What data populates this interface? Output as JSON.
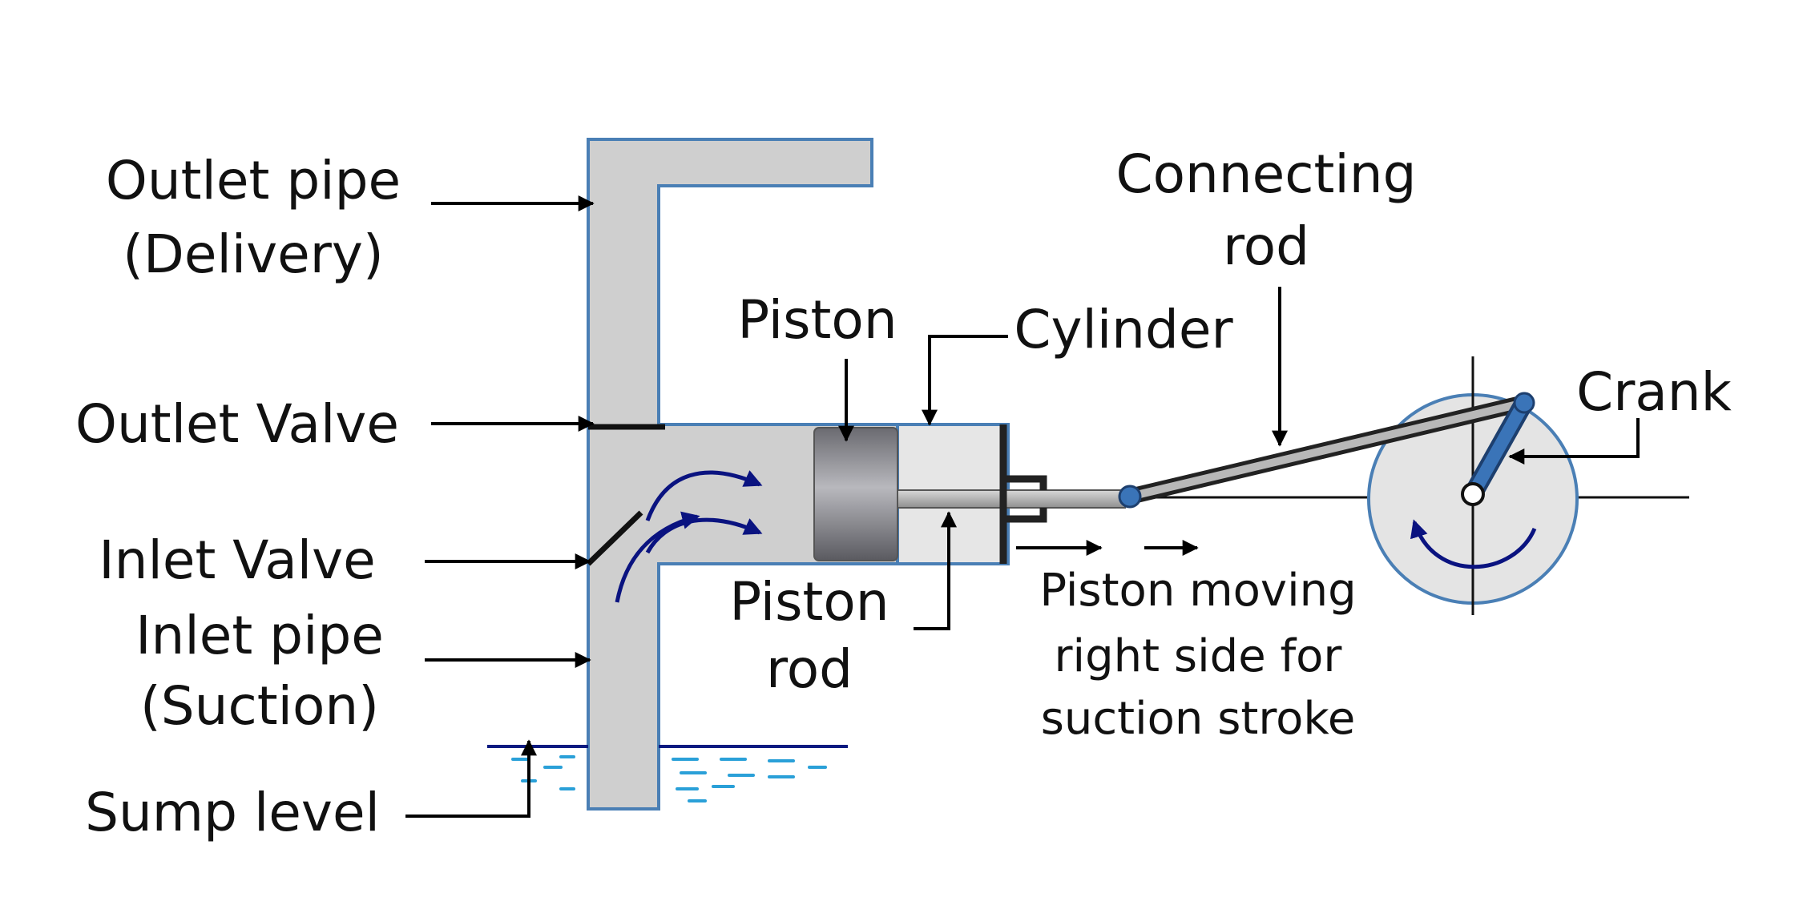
{
  "labels": {
    "outlet_pipe_1": "Outlet pipe",
    "outlet_pipe_2": "(Delivery)",
    "outlet_valve": "Outlet Valve",
    "inlet_valve": "Inlet Valve",
    "inlet_pipe_1": "Inlet pipe",
    "inlet_pipe_2": "(Suction)",
    "sump_level": "Sump level",
    "piston": "Piston",
    "cylinder": "Cylinder",
    "piston_rod_1": "Piston",
    "piston_rod_2": "rod",
    "connecting_rod_1": "Connecting",
    "connecting_rod_2": "rod",
    "crank": "Crank",
    "motion_1": "Piston moving",
    "motion_2": "right side for",
    "motion_3": "suction stroke"
  },
  "colors": {
    "pipe_fill": "#cfcfcf",
    "pipe_outline": "#4a7fb5",
    "water_line": "#0a1a80",
    "water_drops": "#2aa0d8",
    "flow_arrows": "#0a1380",
    "piston_fill": "#8a8a90",
    "cylinder_fill": "#e6e6e6",
    "crank_blue": "#3a74b8",
    "wheel_fill": "#e4e4e4"
  }
}
